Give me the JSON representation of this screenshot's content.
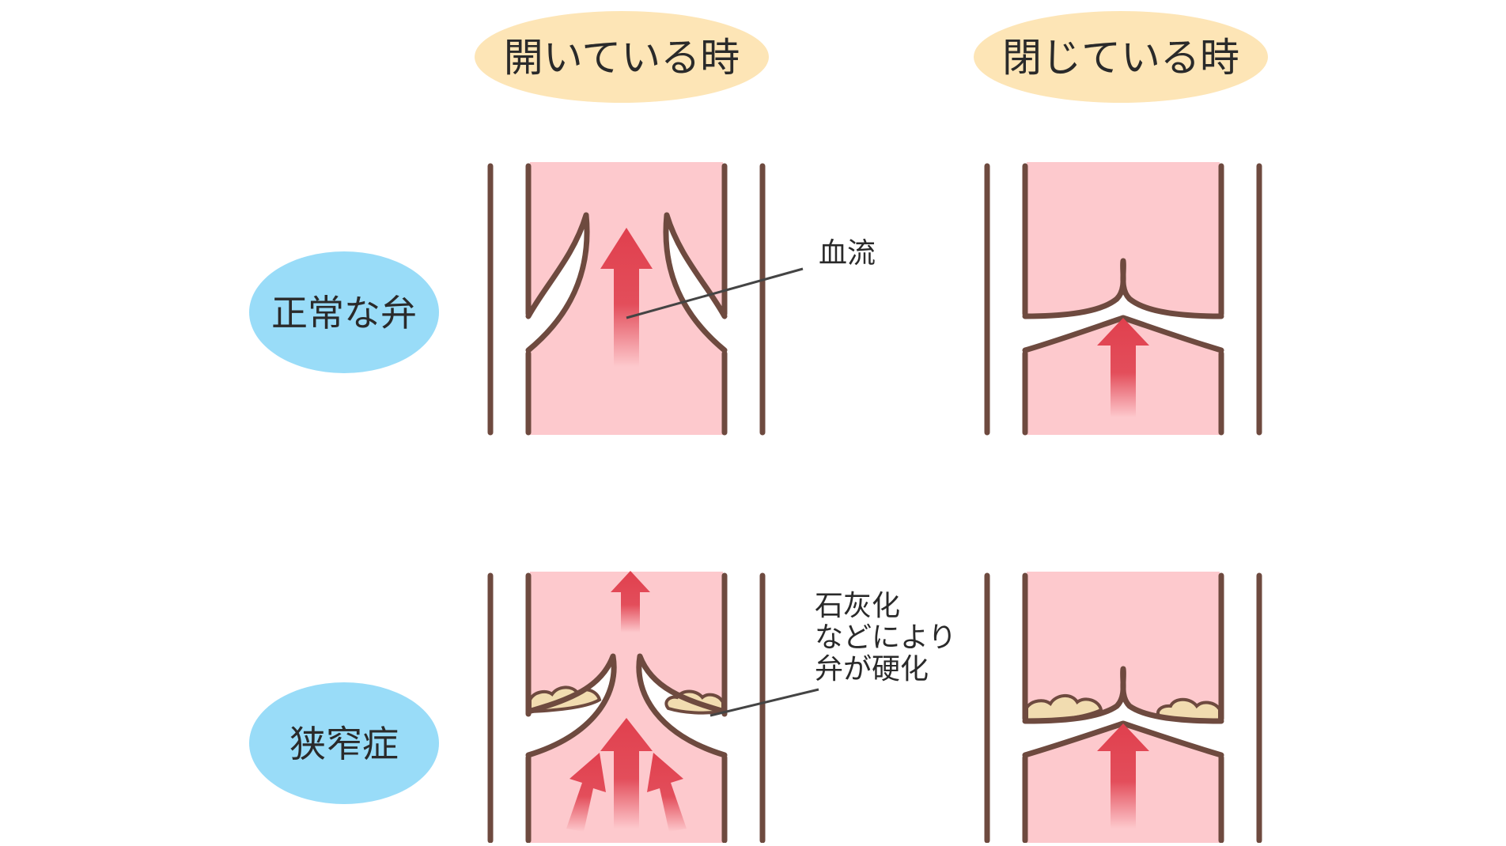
{
  "headers": {
    "open": "開いている時",
    "closed": "閉じている時"
  },
  "rows": {
    "normal": "正常な弁",
    "stenosis": "狭窄症"
  },
  "annotations": {
    "blood_flow": "血流",
    "calcification": [
      "石灰化",
      "などにより",
      "弁が硬化"
    ]
  },
  "colors": {
    "vessel_fill": "#fdc9cd",
    "vessel_wall": "#6e4a3f",
    "arrow": "#e0404e",
    "header_bubble": "#fde5b6",
    "row_bubble": "#99dcf8",
    "calcification": "#f1dcb0",
    "leader_line": "#444444"
  }
}
